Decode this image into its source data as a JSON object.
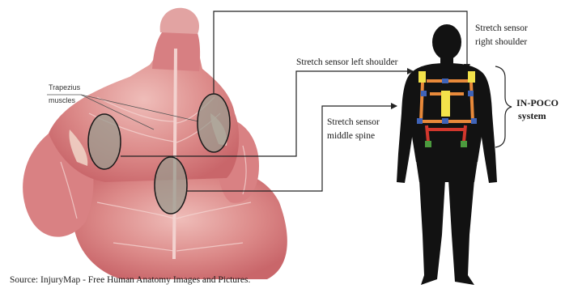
{
  "labels": {
    "trapezius": "Trapezius",
    "muscles": "muscles",
    "right_shoulder_line1": "Stretch sensor",
    "right_shoulder_line2": "right shoulder",
    "left_shoulder": "Stretch sensor left shoulder",
    "middle_spine_line1": "Stretch sensor",
    "middle_spine_line2": "middle spine",
    "system_line1": "IN-POCO",
    "system_line2": "system",
    "source": "Source: InjuryMap - Free Human Anatomy Images and Pictures."
  },
  "colors": {
    "muscle": "#d9787a",
    "muscle_light": "#ecb3b0",
    "silhouette": "#121212",
    "harness_orange": "#e8893a",
    "sensor_yellow": "#f2e24a",
    "sensor_blue": "#3f63b8",
    "sensor_red": "#d2372d",
    "sensor_green": "#4c9a3e",
    "ellipse_fill": "#9a9a8e",
    "arrow": "#222222"
  }
}
